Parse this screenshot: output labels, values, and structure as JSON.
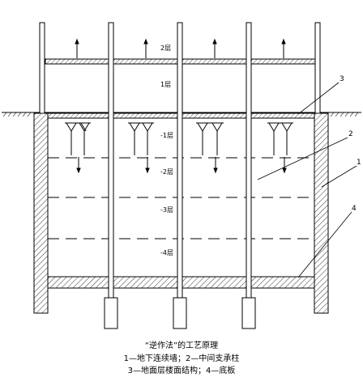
{
  "floor_labels": {
    "f2": "2层",
    "f1": "1层",
    "b1": "-1层",
    "b2": "-2层",
    "b3": "-3层",
    "b4": "-4层"
  },
  "callouts": [
    "3",
    "2",
    "1",
    "4"
  ],
  "caption": {
    "title": "“逆作法”的工艺原理",
    "line1": "1—地下连续墙；2—中间支承柱",
    "line2": "3—地面层楼面结构；4—底板"
  }
}
